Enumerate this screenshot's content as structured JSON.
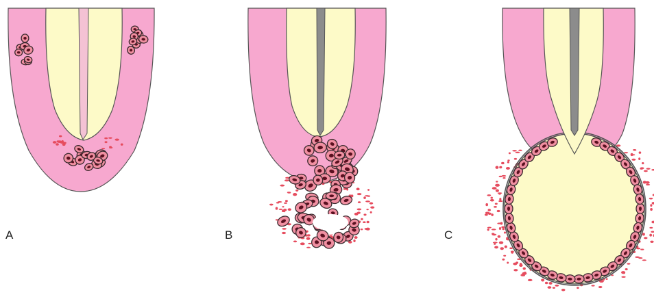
{
  "figure": {
    "panels": [
      {
        "id": "A",
        "label": "A"
      },
      {
        "id": "B",
        "label": "B"
      },
      {
        "id": "C",
        "label": "C"
      }
    ]
  },
  "colors": {
    "tissue_pink": "#f7a8cf",
    "pulp_cream": "#fdfac8",
    "canal_gray": "#8c8c8c",
    "cell_fill": "#f08fa1",
    "cell_outline": "#3a2a2e",
    "cell_nucleus": "#5a1020",
    "dot_red": "#e64c5e",
    "outline": "#555555"
  }
}
